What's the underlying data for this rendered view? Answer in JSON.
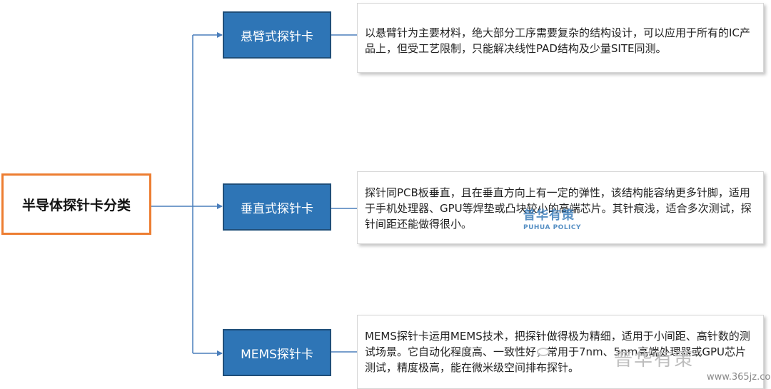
{
  "diagram": {
    "root": {
      "label": "半导体探针卡分类"
    },
    "categories": [
      {
        "label": "悬臂式探针卡",
        "description": "以悬臂针为主要材料，绝大部分工序需要复杂的结构设计，可以应用于所有的IC产品上，但受工艺限制，只能解决线性PAD结构及少量SITE同测。"
      },
      {
        "label": "垂直式探针卡",
        "description": "探针同PCB板垂直，且在垂直方向上有一定的弹性，该结构能容纳更多针脚，适用于手机处理器、GPU等焊垫或凸块较小的高端芯片。其针痕浅，适合多次测试，探针间距还能做得很小。"
      },
      {
        "label": "MEMS探针卡",
        "description": "MEMS探针卡运用MEMS技术，把探针做得极为精细，适用于小间距、高针数的测试场景。它自动化程度高、一致性好，常用于7nm、5nm高端处理器或GPU芯片测试，精度极高，能在微米级空间排布探针。"
      }
    ]
  },
  "watermarks": {
    "puhua_cn": "普华有策",
    "puhua_en": "PUHUA POLICY",
    "brand": "普华有策",
    "url": "www.365jz.com"
  },
  "colors": {
    "root_border": "#ed7d31",
    "category_fill": "#2e75b6",
    "category_border": "#1f4e79",
    "connector": "#4a7ebb"
  }
}
